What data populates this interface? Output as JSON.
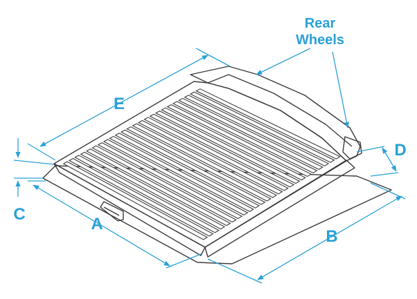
{
  "diagram": {
    "accent_color": "#2aa1d6",
    "line_color": "#3a3a3a",
    "labels": {
      "rear_wheels_line1": "Rear",
      "rear_wheels_line2": "Wheels",
      "a": "A",
      "b": "B",
      "c": "C",
      "d": "D",
      "e": "E"
    }
  }
}
